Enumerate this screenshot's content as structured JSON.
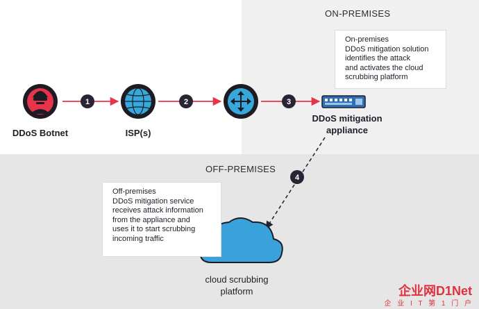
{
  "zones": {
    "on_premises": "ON-PREMISES",
    "off_premises": "OFF-PREMISES"
  },
  "nodes": {
    "botnet": "DDoS Botnet",
    "isp": "ISP(s)",
    "appliance": "DDoS mitigation\nappliance",
    "cloud": "cloud scrubbing\nplatform"
  },
  "steps": [
    "1",
    "2",
    "3",
    "4"
  ],
  "notes": {
    "on_premises": "On-premises\nDDoS mitigation solution\nidentifies the attack\nand activates the cloud\nscrubbing platform",
    "off_premises": "Off-premises\nDDoS mitigation service\nreceives attack information\nfrom the appliance and\nuses it to start scrubbing\nincoming traffic"
  },
  "watermark": {
    "logo": "企业网D1Net",
    "text": "企 业 I T 第 1 门 户"
  },
  "colors": {
    "arrow": "#e8344a",
    "step_circle": "#2a2435",
    "botnet_circle": "#e8344a",
    "isp_blue": "#37a8db",
    "router_blue": "#37a8db",
    "cloud_blue": "#3aa2da",
    "appliance_blue": "#2f6fb5"
  },
  "icons": [
    "hacker-icon",
    "globe-icon",
    "router-icon",
    "appliance-icon",
    "cloud-icon"
  ]
}
